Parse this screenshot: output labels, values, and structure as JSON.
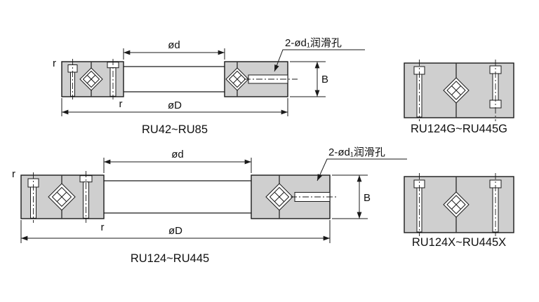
{
  "colors": {
    "section_fill": "#cfcfcf",
    "line": "#1a1a1a",
    "background": "#ffffff"
  },
  "figures": {
    "ru42": {
      "series_label": "RU42~RU85",
      "dim_inner": "ød",
      "dim_outer": "øD",
      "dim_width": "B",
      "radius_top": "r",
      "radius_bottom": "r",
      "lube_note": "2-ød₁润滑孔"
    },
    "ru124": {
      "series_label": "RU124~RU445",
      "dim_inner": "ød",
      "dim_outer": "øD",
      "dim_width": "B",
      "radius_top": "r",
      "radius_bottom": "r",
      "lube_note": "2-ød₁润滑孔"
    },
    "ru124g": {
      "series_label": "RU124G~RU445G"
    },
    "ru124x": {
      "series_label": "RU124X~RU445X"
    }
  }
}
